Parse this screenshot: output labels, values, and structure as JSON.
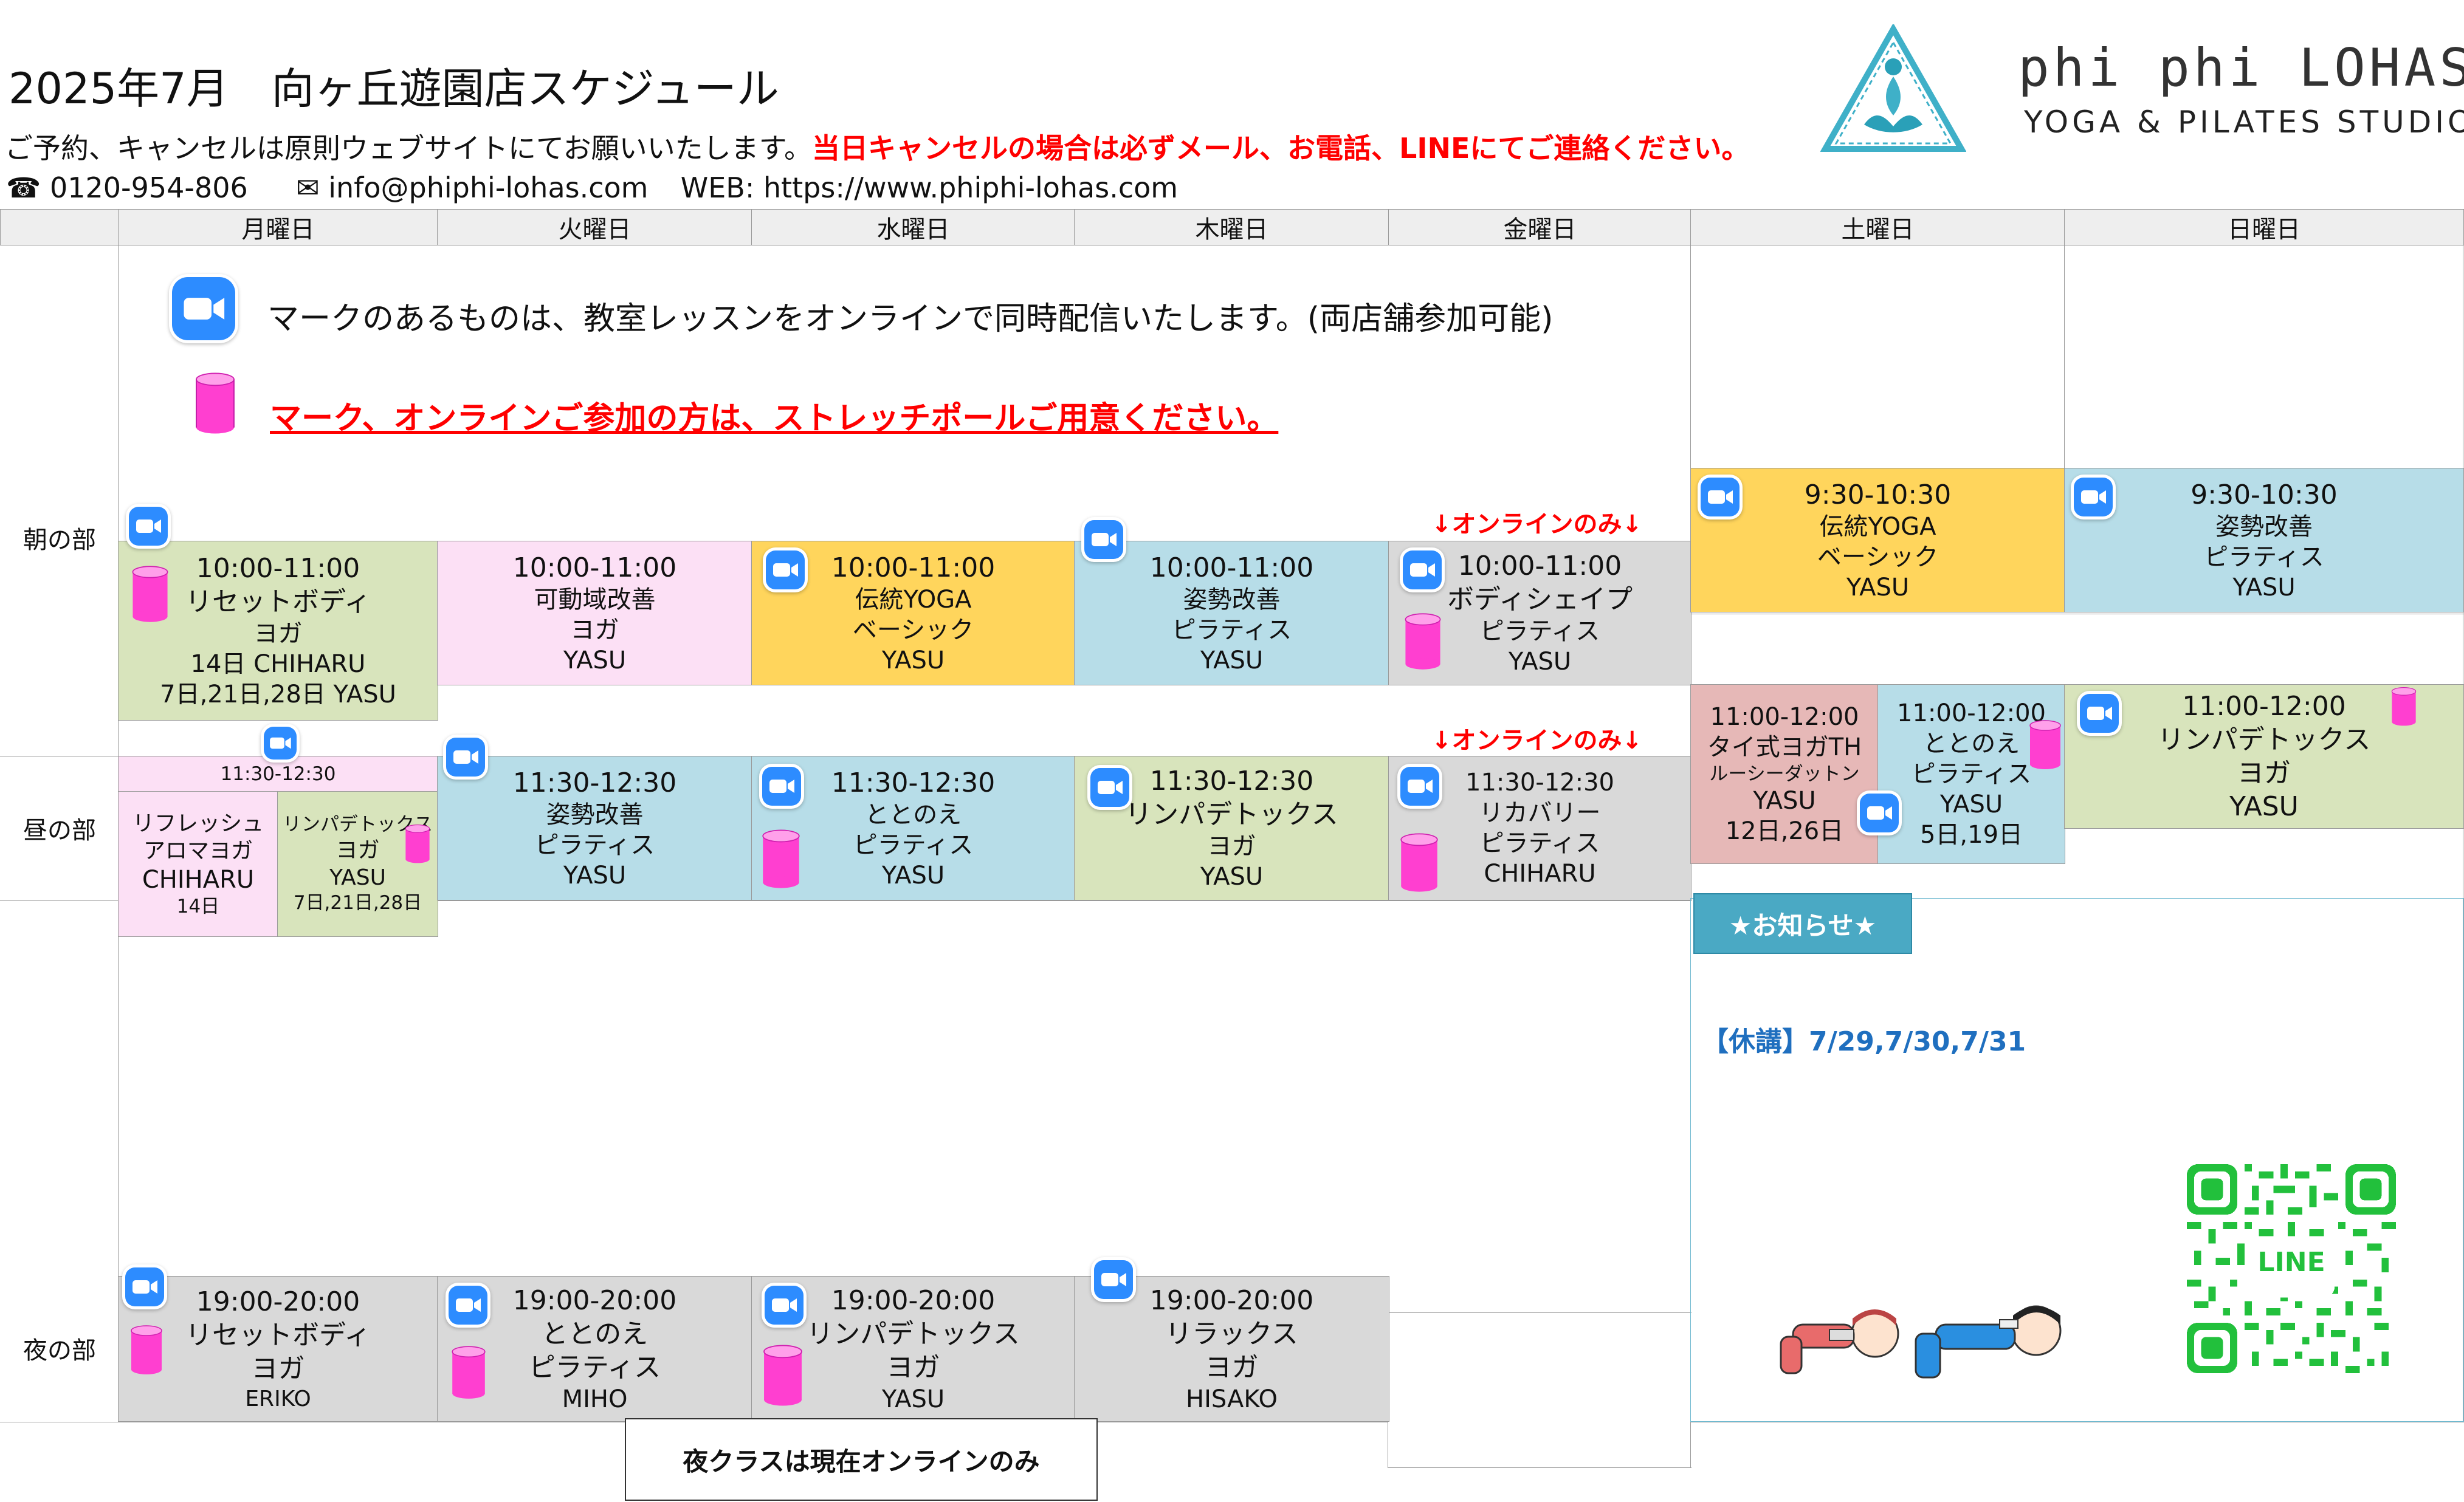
{
  "header": {
    "title": "2025年7月　向ヶ丘遊園店スケジュール",
    "notice_normal": "ご予約、キャンセルは原則ウェブサイトにてお願いいたします。",
    "notice_red": "当日キャンセルの場合は必ずメール、お電話、LINEにてご連絡ください。",
    "phone": "0120-954-806",
    "email": "info@phiphi-lohas.com",
    "web": "WEB: https://www.phiphi-lohas.com",
    "brand_name": "phi phi LOHAS",
    "brand_sub": "YOGA & PILATES STUDIO"
  },
  "days": [
    "月曜日",
    "火曜日",
    "水曜日",
    "木曜日",
    "金曜日",
    "土曜日",
    "日曜日"
  ],
  "sections": {
    "morning": "朝の部",
    "noon": "昼の部",
    "night": "夜の部"
  },
  "legend": {
    "online_text": "マークのあるものは、教室レッスンをオンラインで同時配信いたします。(両店舗参加可能)",
    "pole_text": "マーク、オンラインご参加の方は、ストレッチポールご用意ください。"
  },
  "online_only_label": "↓オンラインのみ↓",
  "classes": {
    "mon_am": [
      "10:00-11:00",
      "リセットボディ",
      "ヨガ",
      "14日 CHIHARU",
      "7日,21日,28日 YASU"
    ],
    "tue_am": [
      "10:00-11:00",
      "可動域改善",
      "ヨガ",
      "YASU"
    ],
    "wed_am": [
      "10:00-11:00",
      "伝統YOGA",
      "ベーシック",
      "YASU"
    ],
    "thu_am": [
      "10:00-11:00",
      "姿勢改善",
      "ピラティス",
      "YASU"
    ],
    "fri_am": [
      "10:00-11:00",
      "ボディシェイプ",
      "ピラティス",
      "YASU"
    ],
    "sat_am": [
      "9:30-10:30",
      "伝統YOGA",
      "ベーシック",
      "YASU"
    ],
    "sun_am": [
      "9:30-10:30",
      "姿勢改善",
      "ピラティス",
      "YASU"
    ],
    "mon_noon_time": "11:30-12:30",
    "mon_noon_a": [
      "リフレッシュ",
      "アロマヨガ",
      "CHIHARU",
      "14日"
    ],
    "mon_noon_b": [
      "リンパデトックス",
      "ヨガ",
      "YASU",
      "7日,21日,28日"
    ],
    "tue_noon": [
      "11:30-12:30",
      "姿勢改善",
      "ピラティス",
      "YASU"
    ],
    "wed_noon": [
      "11:30-12:30",
      "ととのえ",
      "ピラティス",
      "YASU"
    ],
    "thu_noon": [
      "11:30-12:30",
      "リンパデトックス",
      "ヨガ",
      "YASU"
    ],
    "fri_noon": [
      "11:30-12:30",
      "リカバリー",
      "ピラティス",
      "CHIHARU"
    ],
    "sat_noon_a": [
      "11:00-12:00",
      "タイ式ヨガTH",
      "ルーシーダットン",
      "YASU",
      "12日,26日"
    ],
    "sat_noon_b": [
      "11:00-12:00",
      "ととのえ",
      "ピラティス",
      "YASU",
      "5日,19日"
    ],
    "sun_noon": [
      "11:00-12:00",
      "リンパデトックス",
      "ヨガ",
      "YASU"
    ],
    "mon_pm": [
      "19:00-20:00",
      "リセットボディ",
      "ヨガ",
      "ERIKO"
    ],
    "tue_pm": [
      "19:00-20:00",
      "ととのえ",
      "ピラティス",
      "MIHO"
    ],
    "wed_pm": [
      "19:00-20:00",
      "リンパデトックス",
      "ヨガ",
      "YASU"
    ],
    "thu_pm": [
      "19:00-20:00",
      "リラックス",
      "ヨガ",
      "HISAKO"
    ]
  },
  "night_note": "夜クラスは現在オンラインのみ",
  "news": {
    "button": "★お知らせ★",
    "closed": "【休講】7/29,7/30,7/31"
  },
  "qr_label": "LINE",
  "colors": {
    "green": "#d8e4bc",
    "pink": "#fce0f5",
    "yellow": "#ffd55c",
    "blue": "#b7dde8",
    "gray": "#d9d9d9",
    "rose": "#e6b8b7",
    "zoom": "#2d8cff",
    "pole": "#ff3fd0",
    "red": "#ff0000",
    "teal": "#3fb0c8",
    "line_green": "#22c03c"
  },
  "icons": [
    "zoom-camera-icon",
    "stretch-pole-icon",
    "phone-icon",
    "mail-icon",
    "lotus-triangle-logo",
    "line-qr-code"
  ]
}
